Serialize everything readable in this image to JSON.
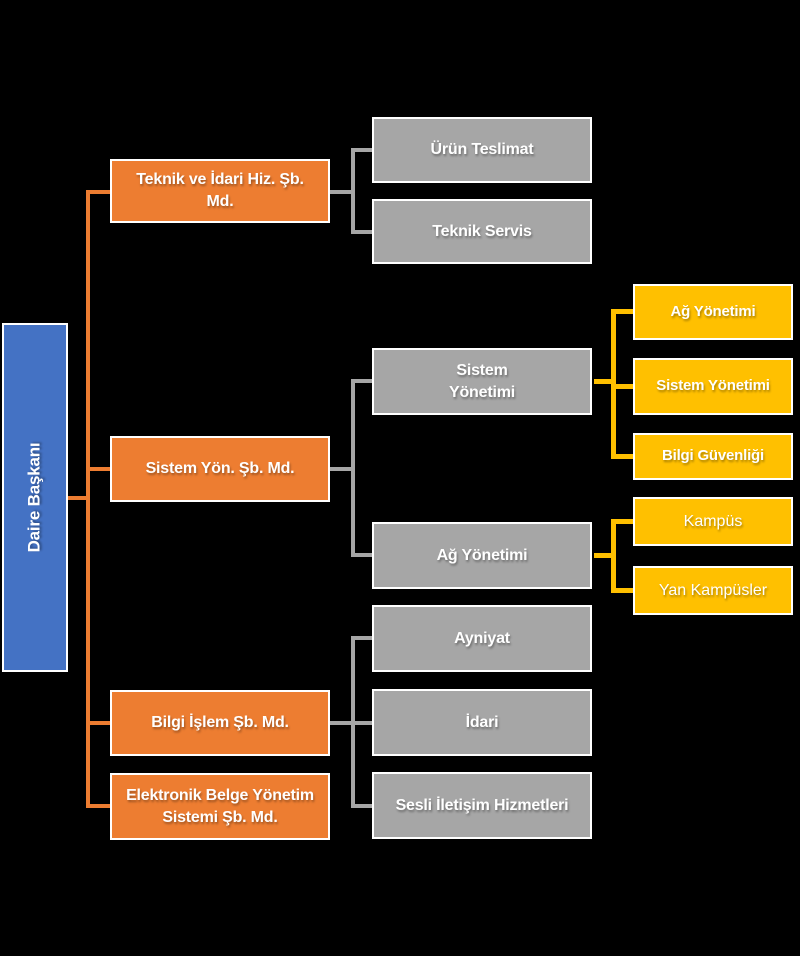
{
  "diagram": {
    "type": "org-chart",
    "colors": {
      "background": "#000000",
      "root_box": "#4472C4",
      "department_box": "#ED7D31",
      "unit_box": "#A6A6A6",
      "subunit_box": "#FFC000",
      "box_border": "#FFFFFF",
      "text": "#FFFFFF",
      "connector_orange": "#ED7D31",
      "connector_gray": "#A6A6A6",
      "connector_gold": "#FFC000"
    },
    "root": {
      "label": "Daire Başkanı"
    },
    "level1": [
      {
        "label": "Teknik ve İdari Hiz. Şb.\nMd."
      },
      {
        "label": "Sistem Yön. Şb. Md."
      },
      {
        "label": "Bilgi İşlem Şb. Md."
      },
      {
        "label": "Elektronik Belge Yönetim\nSistemi Şb. Md."
      }
    ],
    "level2": [
      {
        "label": "Ürün Teslimat",
        "parent": "Teknik ve İdari Hiz. Şb. Md."
      },
      {
        "label": "Teknik Servis",
        "parent": "Teknik ve İdari Hiz. Şb. Md."
      },
      {
        "label": "Sistem\nYönetimi",
        "parent": "Sistem Yön. Şb. Md."
      },
      {
        "label": "Ağ Yönetimi",
        "parent": "Sistem Yön. Şb. Md."
      },
      {
        "label": "Ayniyat",
        "parent": "Bilgi İşlem Şb. Md."
      },
      {
        "label": "İdari",
        "parent": "Bilgi İşlem Şb. Md."
      },
      {
        "label": "Sesli İletişim Hizmetleri",
        "parent": "Bilgi İşlem Şb. Md."
      }
    ],
    "level3": [
      {
        "label": "Ağ Yönetimi",
        "parent": "Sistem Yönetimi"
      },
      {
        "label": "Sistem Yönetimi",
        "parent": "Sistem Yönetimi"
      },
      {
        "label": "Bilgi Güvenliği",
        "parent": "Sistem Yönetimi"
      },
      {
        "label": "Kampüs",
        "parent": "Ağ Yönetimi"
      },
      {
        "label": "Yan Kampüsler",
        "parent": "Ağ Yönetimi"
      }
    ]
  }
}
